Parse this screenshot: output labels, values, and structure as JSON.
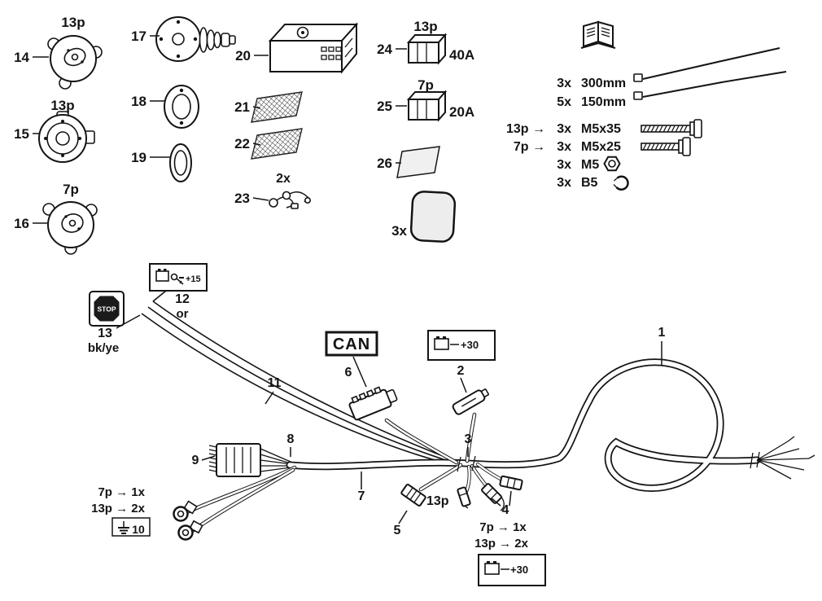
{
  "parts": {
    "p14": {
      "num": "14",
      "pin": "13p"
    },
    "p15": {
      "num": "15",
      "pin": "13p"
    },
    "p16": {
      "num": "16",
      "pin": "7p"
    },
    "p17": {
      "num": "17"
    },
    "p18": {
      "num": "18"
    },
    "p19": {
      "num": "19"
    },
    "p20": {
      "num": "20"
    },
    "p21": {
      "num": "21"
    },
    "p22": {
      "num": "22"
    },
    "p23": {
      "num": "23",
      "qty": "2x"
    },
    "p24": {
      "num": "24",
      "pin": "13p",
      "rating": "40A"
    },
    "p25": {
      "num": "25",
      "pin": "7p",
      "rating": "20A"
    },
    "p26": {
      "num": "26"
    },
    "pad": {
      "qty": "3x"
    }
  },
  "hardware": {
    "tie300": {
      "qty": "3x",
      "size": "300mm"
    },
    "tie150": {
      "qty": "5x",
      "size": "150mm"
    },
    "screw35": {
      "prefix": "13p →",
      "qty": "3x",
      "size": "M5x35"
    },
    "screw25": {
      "prefix": "7p →",
      "qty": "3x",
      "size": "M5x25"
    },
    "nut": {
      "qty": "3x",
      "size": "M5"
    },
    "washer": {
      "qty": "3x",
      "size": "B5"
    }
  },
  "harness": {
    "n1": "1",
    "n2": "2",
    "n3": "3",
    "n4": "4",
    "n5": "5",
    "n6": "6",
    "n7": "7",
    "n8": "8",
    "n9": "9",
    "n10": "10",
    "n11": "11",
    "n12": "12",
    "n13": "13",
    "wire12_color": "or",
    "wire13_color": "bk/ye",
    "stop_label": "STOP",
    "can_label": "CAN",
    "ignition_plus": "+15",
    "battery_plus": "+30",
    "conn5_pin": "13p",
    "left_group_7p": "7p → 1x",
    "left_group_13p": "13p → 2x",
    "mid_group_7p": "7p → 1x",
    "mid_group_13p": "13p → 2x"
  }
}
